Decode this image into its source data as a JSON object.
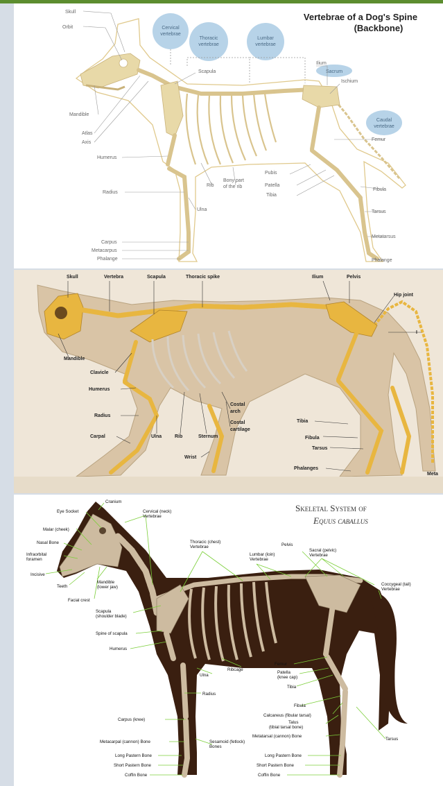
{
  "dog": {
    "title_line1": "Vertebrae of a Dog's Spine",
    "title_line2": "(Backbone)",
    "regions": {
      "cervical": [
        "Cervical",
        "vertebrae"
      ],
      "thoracic": [
        "Thoracic",
        "vertebrae"
      ],
      "lumbar": [
        "Lumbar",
        "vertebrae"
      ],
      "sacrum": "Sacrum",
      "caudal": [
        "Caudal",
        "vertebrae"
      ]
    },
    "labels": {
      "skull": "Skull",
      "orbit": "Orbit",
      "scapula": "Scapula",
      "ilium": "Ilium",
      "ischium": "Ischium",
      "mandible": "Mandible",
      "atlas": "Atlas",
      "axis": "Axis",
      "humerus": "Humerus",
      "femur": "Femur",
      "radius": "Radius",
      "rib": "Rib",
      "bony_rib_1": "Bony part",
      "bony_rib_2": "of the rib",
      "pubis": "Pubis",
      "patella": "Patella",
      "tibia": "Tibia",
      "fibula": "Fibula",
      "ulna": "Ulna",
      "tarsus": "Tarsus",
      "metatarsus": "Metatarsus",
      "carpus": "Carpus",
      "metacarpus": "Metacarpus",
      "phalange": "Phalange",
      "phalange_hind": "Phalange"
    }
  },
  "cat": {
    "labels": {
      "skull": "Skull",
      "vertebra": "Vertebra",
      "scapula": "Scapula",
      "thoracic_spike": "Thoracic spike",
      "ilium": "Ilium",
      "pelvis": "Pelvis",
      "hip_joint": "Hip joint",
      "mandible": "Mandible",
      "clavicle": "Clavicle",
      "humerus": "Humerus",
      "radius": "Radius",
      "carpal": "Carpal",
      "ulna": "Ulna",
      "rib": "Rib",
      "sternum": "Sternum",
      "costal_arch_1": "Costal",
      "costal_arch_2": "arch",
      "costal_cart_1": "Costal",
      "costal_cart_2": "cartilage",
      "wrist": "Wrist",
      "tibia": "Tibia",
      "fibula": "Fibula",
      "tarsus": "Tarsus",
      "phalanges": "Phalanges",
      "meta": "Meta",
      "edge_i": "I"
    }
  },
  "horse": {
    "title_line1": "Skeletal System of",
    "title_line2": "Equus caballus",
    "labels": {
      "cranium": "Cranium",
      "eye_socket": "Eye Socket",
      "cervical_1": "Cervical (neck)",
      "cervical_2": "Vertebrae",
      "malar": "Malar (cheek)",
      "nasal": "Nasal Bone",
      "infraorbital_1": "Infraorbital",
      "infraorbital_2": "foramen",
      "incisive": "Incisive",
      "teeth": "Teeth",
      "mandible_1": "Mandible",
      "mandible_2": "(lower jaw)",
      "facial_crest": "Facial crest",
      "thoracic_1": "Thoracic (chest)",
      "thoracic_2": "Vertebrae",
      "lumbar_1": "Lumbar (loin)",
      "lumbar_2": "Vertebrae",
      "pelvis": "Pelvis",
      "sacral_1": "Sacral (pelvic)",
      "sacral_2": "Vertebrae",
      "coccygeal_1": "Coccygeal (tail)",
      "coccygeal_2": "Vertebrae",
      "scapula_1": "Scapula",
      "scapula_2": "(shoulder blade)",
      "spine_scapula": "Spine of scapula",
      "humerus": "Humerus",
      "ribcage": "Ribcage",
      "ulna": "Ulna",
      "radius": "Radius",
      "femur": "Femur",
      "patella_1": "Patella",
      "patella_2": "(knee cap)",
      "tibia": "Tibia",
      "fibula": "Fibula",
      "calcaneus": "Calcaneus (fibular tarsal)",
      "talus_1": "Talus",
      "talus_2": "(tibial tarsal bone)",
      "metatarsal": "Metatarsal (cannon) Bone",
      "tarsus": "Tarsus",
      "carpus": "Carpus (knee)",
      "metacarpal": "Metacarpal (cannon) Bone",
      "sesamoid_1": "Sesamoid (fetlock)",
      "sesamoid_2": "Bones",
      "long_pastern": "Long Pastern Bone",
      "short_pastern": "Short Pastern Bone",
      "coffin": "Coffin Bone",
      "long_pastern_r": "Long Pastern Bone",
      "short_pastern_r": "Short Pastern Bone",
      "coffin_r": "Coffin Bone"
    }
  },
  "colors": {
    "bone": "#e8d9a8",
    "bone_edge": "#c9b27a",
    "dog_outline": "#e0c98c",
    "region_bubble": "#b7d3e8",
    "cat_fur": "#d9c4a6",
    "cat_bone": "#e8b640",
    "horse_body": "#3a1f10",
    "horse_bone": "#cdbba0",
    "leader_green": "#7ccf3a"
  }
}
